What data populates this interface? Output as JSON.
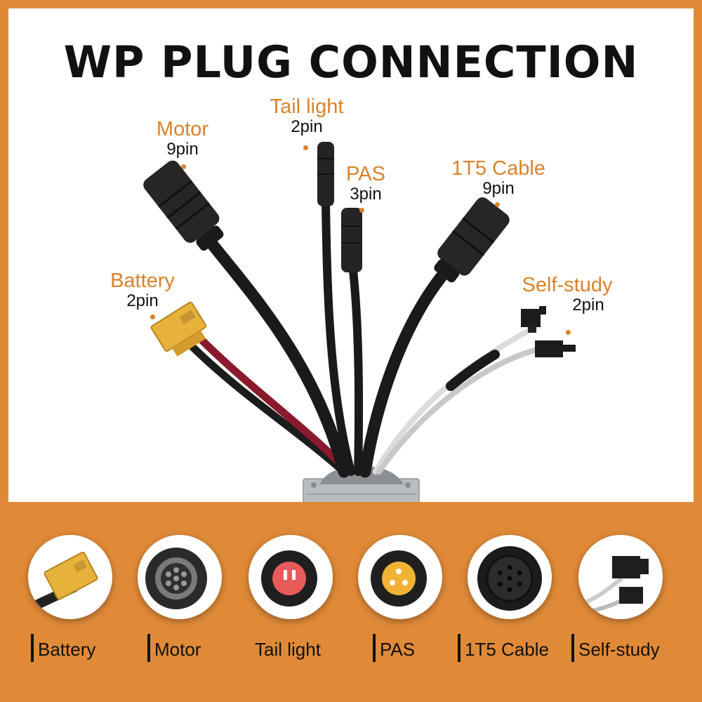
{
  "title": "WP PLUG CONNECTION",
  "connectors": [
    {
      "id": "motor",
      "name": "Motor",
      "pins": "9pin"
    },
    {
      "id": "tail_light",
      "name": "Tail light",
      "pins": "2pin"
    },
    {
      "id": "pas",
      "name": "PAS",
      "pins": "3pin"
    },
    {
      "id": "t5_cable",
      "name": "1T5 Cable",
      "pins": "9pin"
    },
    {
      "id": "battery",
      "name": "Battery",
      "pins": "2pin"
    },
    {
      "id": "self_study",
      "name": "Self-study",
      "pins": "2pin"
    }
  ],
  "legend": [
    "Battery",
    "Motor",
    "Tail light",
    "PAS",
    "1T5 Cable",
    "Self-study"
  ],
  "colors": {
    "accent": "#e08a38",
    "label": "#d9822c",
    "text": "#111111",
    "connector_yellow": "#e7b23a"
  },
  "icons": [
    "battery-connector-icon",
    "motor-connector-icon",
    "tail-light-connector-icon",
    "pas-connector-icon",
    "t5-cable-connector-icon",
    "self-study-connector-icon"
  ]
}
